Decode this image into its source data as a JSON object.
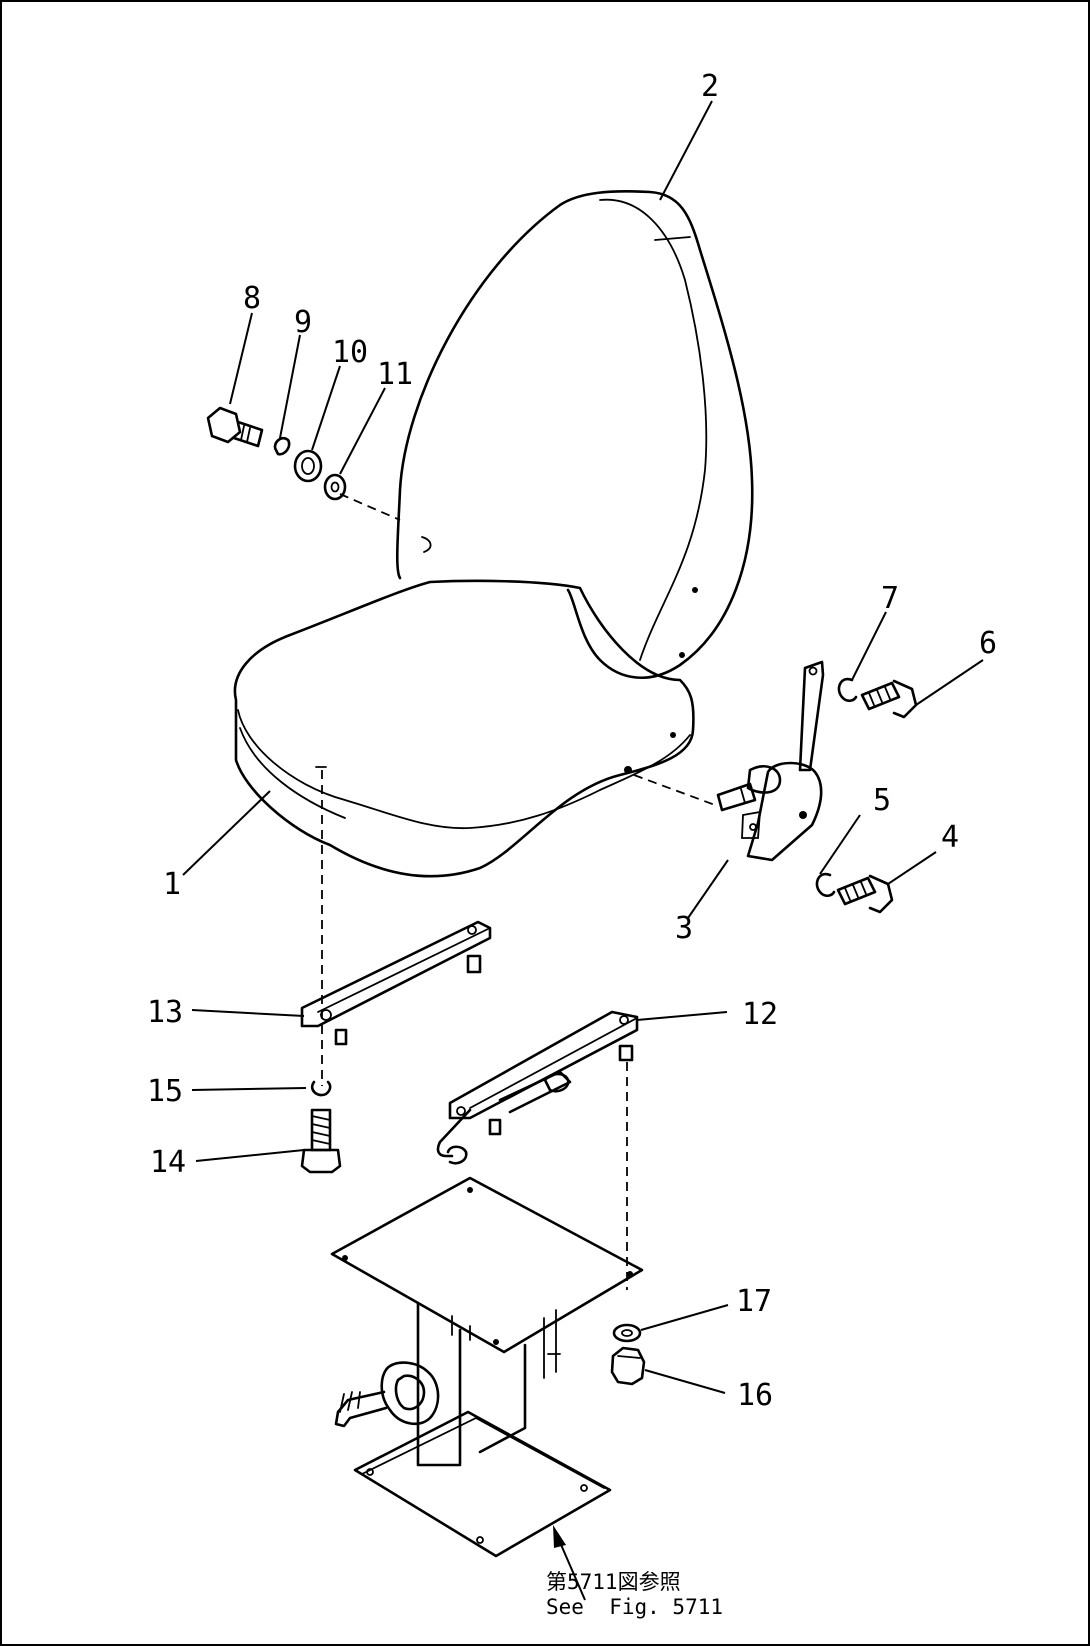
{
  "callouts": [
    {
      "id": 1,
      "label": "1"
    },
    {
      "id": 2,
      "label": "2"
    },
    {
      "id": 3,
      "label": "3"
    },
    {
      "id": 4,
      "label": "4"
    },
    {
      "id": 5,
      "label": "5"
    },
    {
      "id": 6,
      "label": "6"
    },
    {
      "id": 7,
      "label": "7"
    },
    {
      "id": 8,
      "label": "8"
    },
    {
      "id": 9,
      "label": "9"
    },
    {
      "id": 10,
      "label": "10"
    },
    {
      "id": 11,
      "label": "11"
    },
    {
      "id": 12,
      "label": "12"
    },
    {
      "id": 13,
      "label": "13"
    },
    {
      "id": 14,
      "label": "14"
    },
    {
      "id": 15,
      "label": "15"
    },
    {
      "id": 16,
      "label": "16"
    },
    {
      "id": 17,
      "label": "17"
    }
  ],
  "reference_note": {
    "line1": "第5711図参照",
    "line2": "See  Fig. 5711"
  }
}
